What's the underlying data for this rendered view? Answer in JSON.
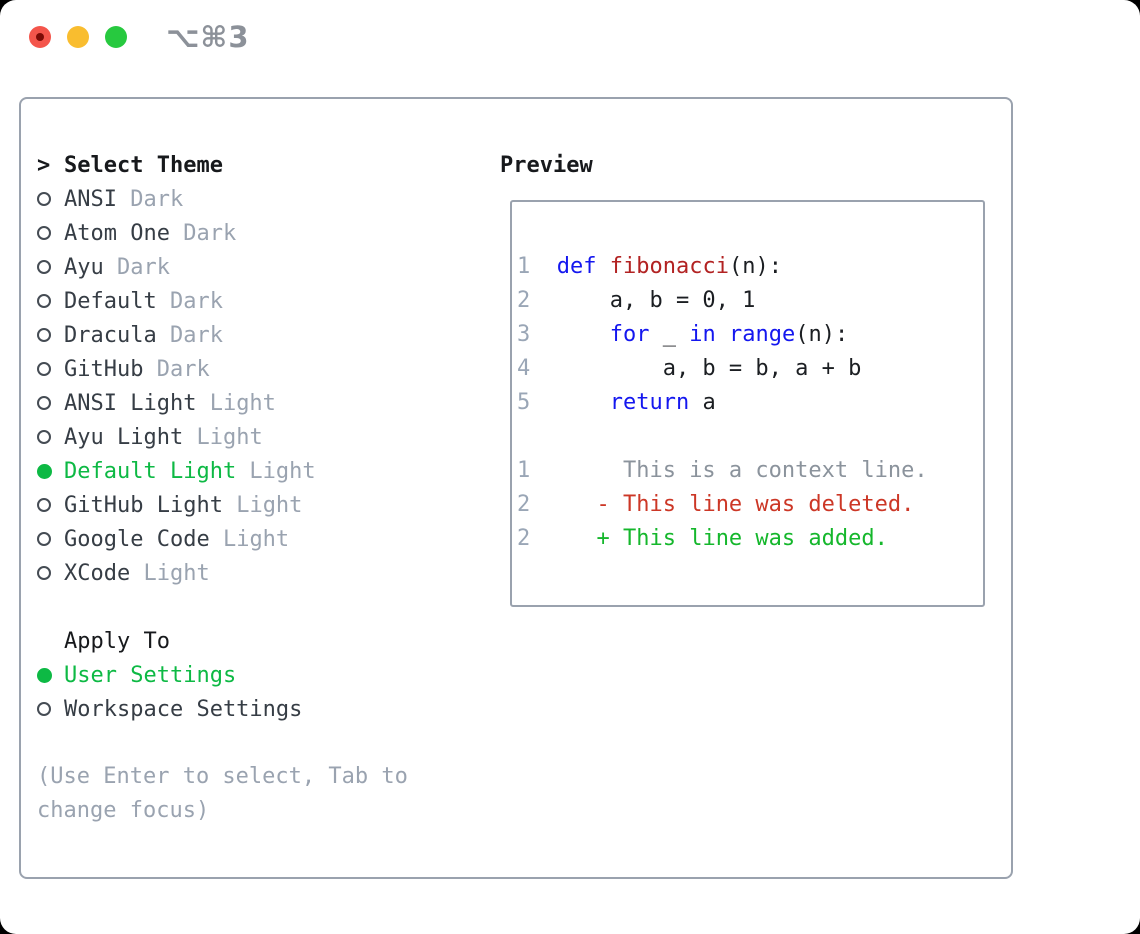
{
  "window": {
    "shortcut": "⌥⌘3"
  },
  "theme_selector": {
    "prompt": ">",
    "title": "Select Theme",
    "items": [
      {
        "name": "ANSI",
        "variant": "Dark",
        "selected": false
      },
      {
        "name": "Atom One",
        "variant": "Dark",
        "selected": false
      },
      {
        "name": "Ayu",
        "variant": "Dark",
        "selected": false
      },
      {
        "name": "Default",
        "variant": "Dark",
        "selected": false
      },
      {
        "name": "Dracula",
        "variant": "Dark",
        "selected": false
      },
      {
        "name": "GitHub",
        "variant": "Dark",
        "selected": false
      },
      {
        "name": "ANSI Light",
        "variant": "Light",
        "selected": false
      },
      {
        "name": "Ayu Light",
        "variant": "Light",
        "selected": false
      },
      {
        "name": "Default Light",
        "variant": "Light",
        "selected": true
      },
      {
        "name": "GitHub Light",
        "variant": "Light",
        "selected": false
      },
      {
        "name": "Google Code",
        "variant": "Light",
        "selected": false
      },
      {
        "name": "XCode",
        "variant": "Light",
        "selected": false
      }
    ]
  },
  "apply_to": {
    "title": "Apply To",
    "options": [
      {
        "label": "User Settings",
        "selected": true
      },
      {
        "label": "Workspace Settings",
        "selected": false
      }
    ]
  },
  "footer_hint": "(Use Enter to select, Tab to change focus)",
  "preview": {
    "title": "Preview",
    "lines": [
      {
        "tokens": [
          {
            "t": "1  ",
            "c": "num"
          },
          {
            "t": "def",
            "c": "kw"
          },
          {
            "t": " ",
            "c": "plain"
          },
          {
            "t": "fibonacci",
            "c": "fn"
          },
          {
            "t": "(n):",
            "c": "plain"
          }
        ]
      },
      {
        "tokens": [
          {
            "t": "2",
            "c": "num"
          },
          {
            "t": "      a, b = 0, 1",
            "c": "plain"
          }
        ]
      },
      {
        "tokens": [
          {
            "t": "3",
            "c": "num"
          },
          {
            "t": "      ",
            "c": "plain"
          },
          {
            "t": "for",
            "c": "kw"
          },
          {
            "t": " _ ",
            "c": "plain"
          },
          {
            "t": "in",
            "c": "kw"
          },
          {
            "t": " ",
            "c": "plain"
          },
          {
            "t": "range",
            "c": "kw"
          },
          {
            "t": "(n):",
            "c": "plain"
          }
        ]
      },
      {
        "tokens": [
          {
            "t": "4",
            "c": "num"
          },
          {
            "t": "          a, b = b, a + b",
            "c": "plain"
          }
        ]
      },
      {
        "tokens": [
          {
            "t": "5",
            "c": "num"
          },
          {
            "t": "      ",
            "c": "plain"
          },
          {
            "t": "return",
            "c": "kw"
          },
          {
            "t": " a",
            "c": "plain"
          }
        ]
      },
      {
        "tokens": []
      },
      {
        "tokens": [
          {
            "t": "1",
            "c": "num"
          },
          {
            "t": "       This is a context line.",
            "c": "ctx"
          }
        ]
      },
      {
        "tokens": [
          {
            "t": "2",
            "c": "num"
          },
          {
            "t": "     ",
            "c": "plain"
          },
          {
            "t": "- This line was deleted.",
            "c": "del"
          }
        ]
      },
      {
        "tokens": [
          {
            "t": "2",
            "c": "num"
          },
          {
            "t": "     ",
            "c": "plain"
          },
          {
            "t": "+ This line was added.",
            "c": "add"
          }
        ]
      }
    ]
  },
  "colors": {
    "accent-green": "#0db944",
    "keyword-blue": "#1417ef",
    "function-red": "#b22222",
    "diff-del-red": "#cc3726",
    "diff-add-green": "#15b72c",
    "muted-gray": "#9aa3b0",
    "item-dark": "#363d45",
    "heading-black": "#17191c",
    "line-number-gray": "#9aa6b6",
    "context-gray": "#8b939c",
    "border-gray": "#9aa2ae",
    "traffic-red": "#f4554b",
    "traffic-red-dot": "#7c0b06",
    "traffic-yellow": "#f9bd2f",
    "traffic-green": "#27c93f",
    "shortcut-gray": "#8c9199"
  }
}
